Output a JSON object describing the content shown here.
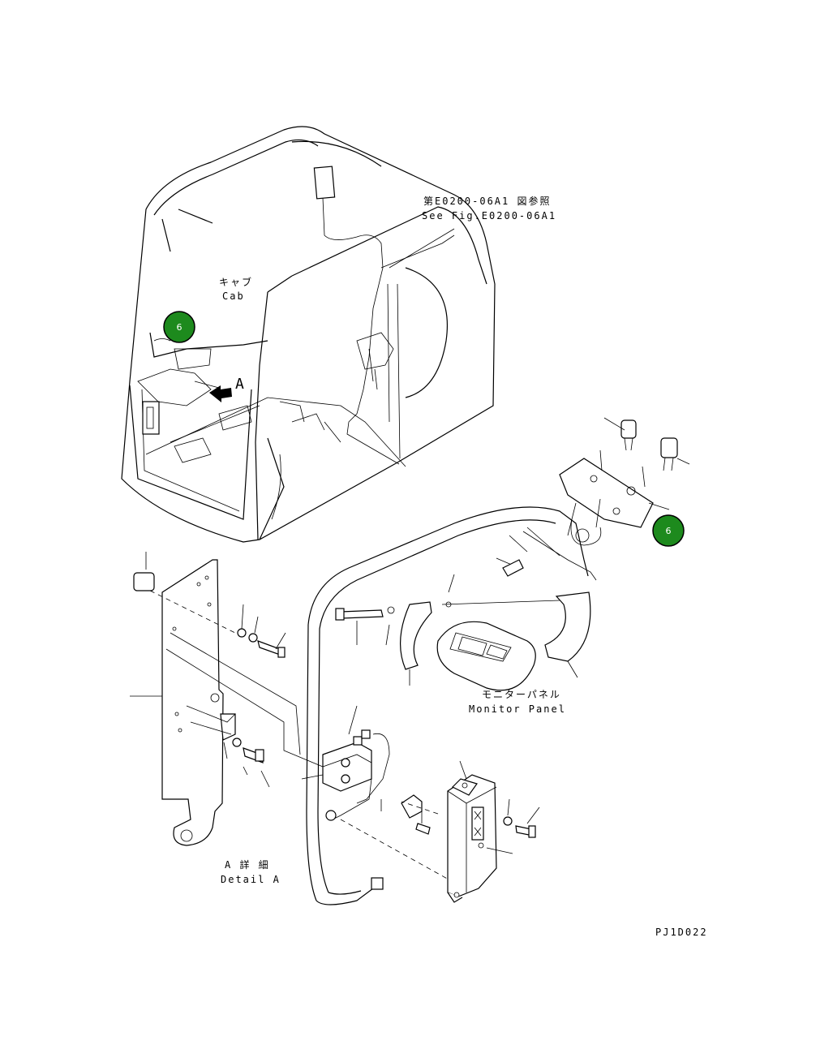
{
  "labels": {
    "see_fig_jp": "第E0200-06A1 図参照",
    "see_fig_en": "See Fig.E0200-06A1",
    "cab_jp": "キャブ",
    "cab_en": "Cab",
    "view_arrow": "A",
    "monitor_jp": "モニターパネル",
    "monitor_en": "Monitor Panel",
    "detail_jp": "A 詳 細",
    "detail_en": "Detail A",
    "drawing_no": "PJ1D022"
  },
  "callouts": [
    {
      "text": "6"
    },
    {
      "text": "6"
    }
  ],
  "colors": {
    "callout_fill": "#1d8a1d",
    "callout_stroke": "#000000",
    "line": "#000000"
  }
}
